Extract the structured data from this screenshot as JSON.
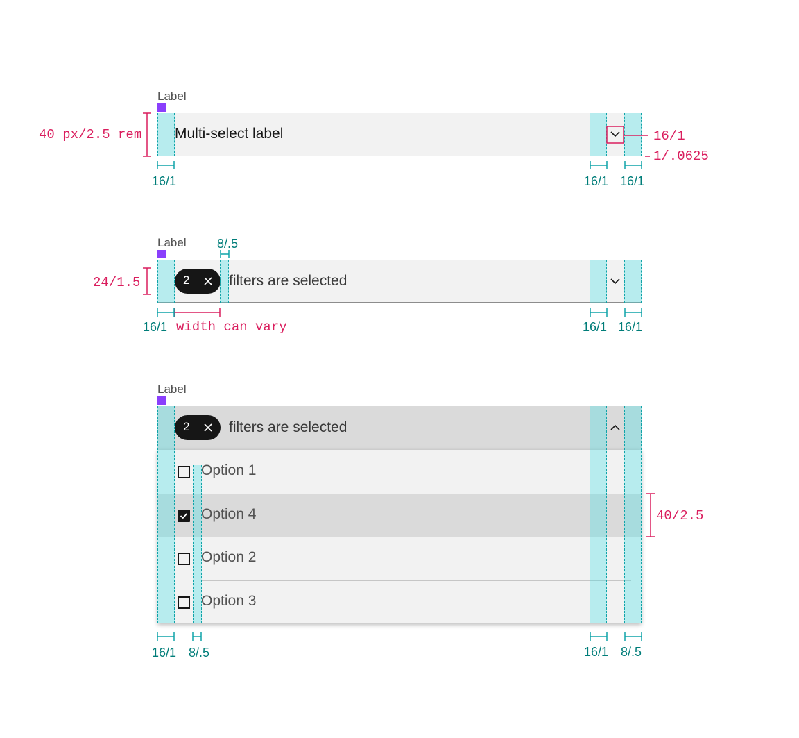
{
  "colors": {
    "spec_red": "#da1e5e",
    "spec_teal": "#007d79",
    "guide_fill": "#3ce1e6",
    "label_marker": "#8a3ffc",
    "field_bg": "#f2f2f2",
    "field_open_bg": "#dadada",
    "tag_bg": "#161616"
  },
  "example1": {
    "label": "Label",
    "value": "Multi-select label",
    "icon": "chevron-down-icon",
    "height_spec": "40 px/2.5 rem",
    "icon_spec": "16/1",
    "border_spec": "1/.0625",
    "padding_left_spec": "16/1",
    "icon_left_spec": "16/1",
    "icon_right_spec": "16/1"
  },
  "example2": {
    "label": "Label",
    "tag_count": "2",
    "value": "filters are selected",
    "icon": "chevron-down-icon",
    "tag_height_spec": "24/1.5",
    "gap_spec": "8/.5",
    "padding_left_spec": "16/1",
    "tag_width_spec": "width can vary",
    "icon_left_spec": "16/1",
    "icon_right_spec": "16/1"
  },
  "example3": {
    "label": "Label",
    "tag_count": "2",
    "value": "filters are selected",
    "icon": "chevron-up-icon",
    "options": [
      {
        "label": "Option 1",
        "checked": false
      },
      {
        "label": "Option 4",
        "checked": true
      },
      {
        "label": "Option 2",
        "checked": false
      },
      {
        "label": "Option 3",
        "checked": false
      }
    ],
    "row_height_spec": "40/2.5",
    "padding_left_spec": "16/1",
    "checkbox_gap_spec": "8/.5",
    "icon_left_spec": "16/1",
    "icon_right_spec": "8/.5"
  }
}
